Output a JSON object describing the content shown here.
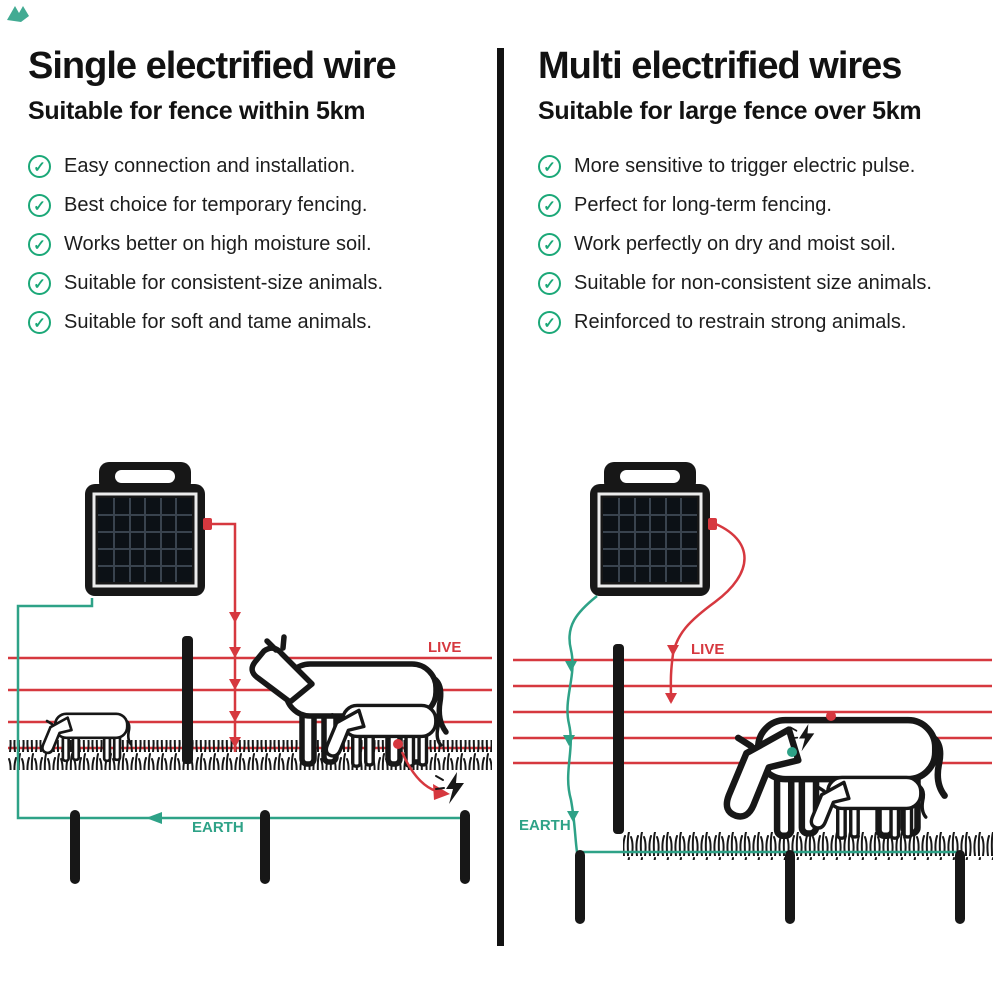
{
  "icons": {
    "check": "✓",
    "lightning": "⚡"
  },
  "colors": {
    "live": "#d6383f",
    "earth": "#2ea287",
    "check": "#1ba878",
    "ink": "#171717"
  },
  "left": {
    "title": "Single electrified wire",
    "subtitle": "Suitable for fence within 5km",
    "features": [
      "Easy connection and installation.",
      "Best choice for temporary fencing.",
      "Works better on high moisture soil.",
      "Suitable for consistent-size animals.",
      "Suitable for soft and tame animals."
    ],
    "diagram": {
      "live_label": "LIVE",
      "earth_label": "EARTH"
    }
  },
  "right": {
    "title": "Multi electrified wires",
    "subtitle": "Suitable for large fence over 5km",
    "features": [
      "More sensitive to trigger electric pulse.",
      "Perfect for long-term fencing.",
      "Work perfectly on dry and moist soil.",
      "Suitable for non-consistent size animals.",
      "Reinforced to restrain strong animals."
    ],
    "diagram": {
      "live_label": "LIVE",
      "earth_label": "EARTH"
    }
  }
}
